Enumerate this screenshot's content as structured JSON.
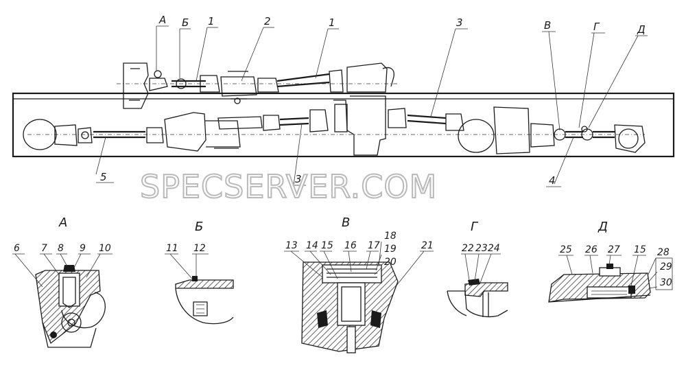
{
  "watermark": "SPECSERVER.COM",
  "top_callouts": [
    "А",
    "Б",
    "1",
    "2",
    "1",
    "3",
    "В",
    "Г",
    "Д"
  ],
  "bottom_callouts": [
    "5",
    "3",
    "4"
  ],
  "detail_titles": [
    "А",
    "Б",
    "В",
    "Г",
    "Д"
  ],
  "detail_a_labels": [
    "6",
    "7",
    "8",
    "9",
    "10"
  ],
  "detail_b_labels": [
    "11",
    "12"
  ],
  "detail_v_labels": [
    "13",
    "14",
    "15",
    "16",
    "17",
    "18",
    "19",
    "20",
    "21"
  ],
  "detail_g_labels": [
    "22",
    "23",
    "24"
  ],
  "detail_d_labels": [
    "25",
    "26",
    "27",
    "15",
    "28",
    "29",
    "30"
  ]
}
